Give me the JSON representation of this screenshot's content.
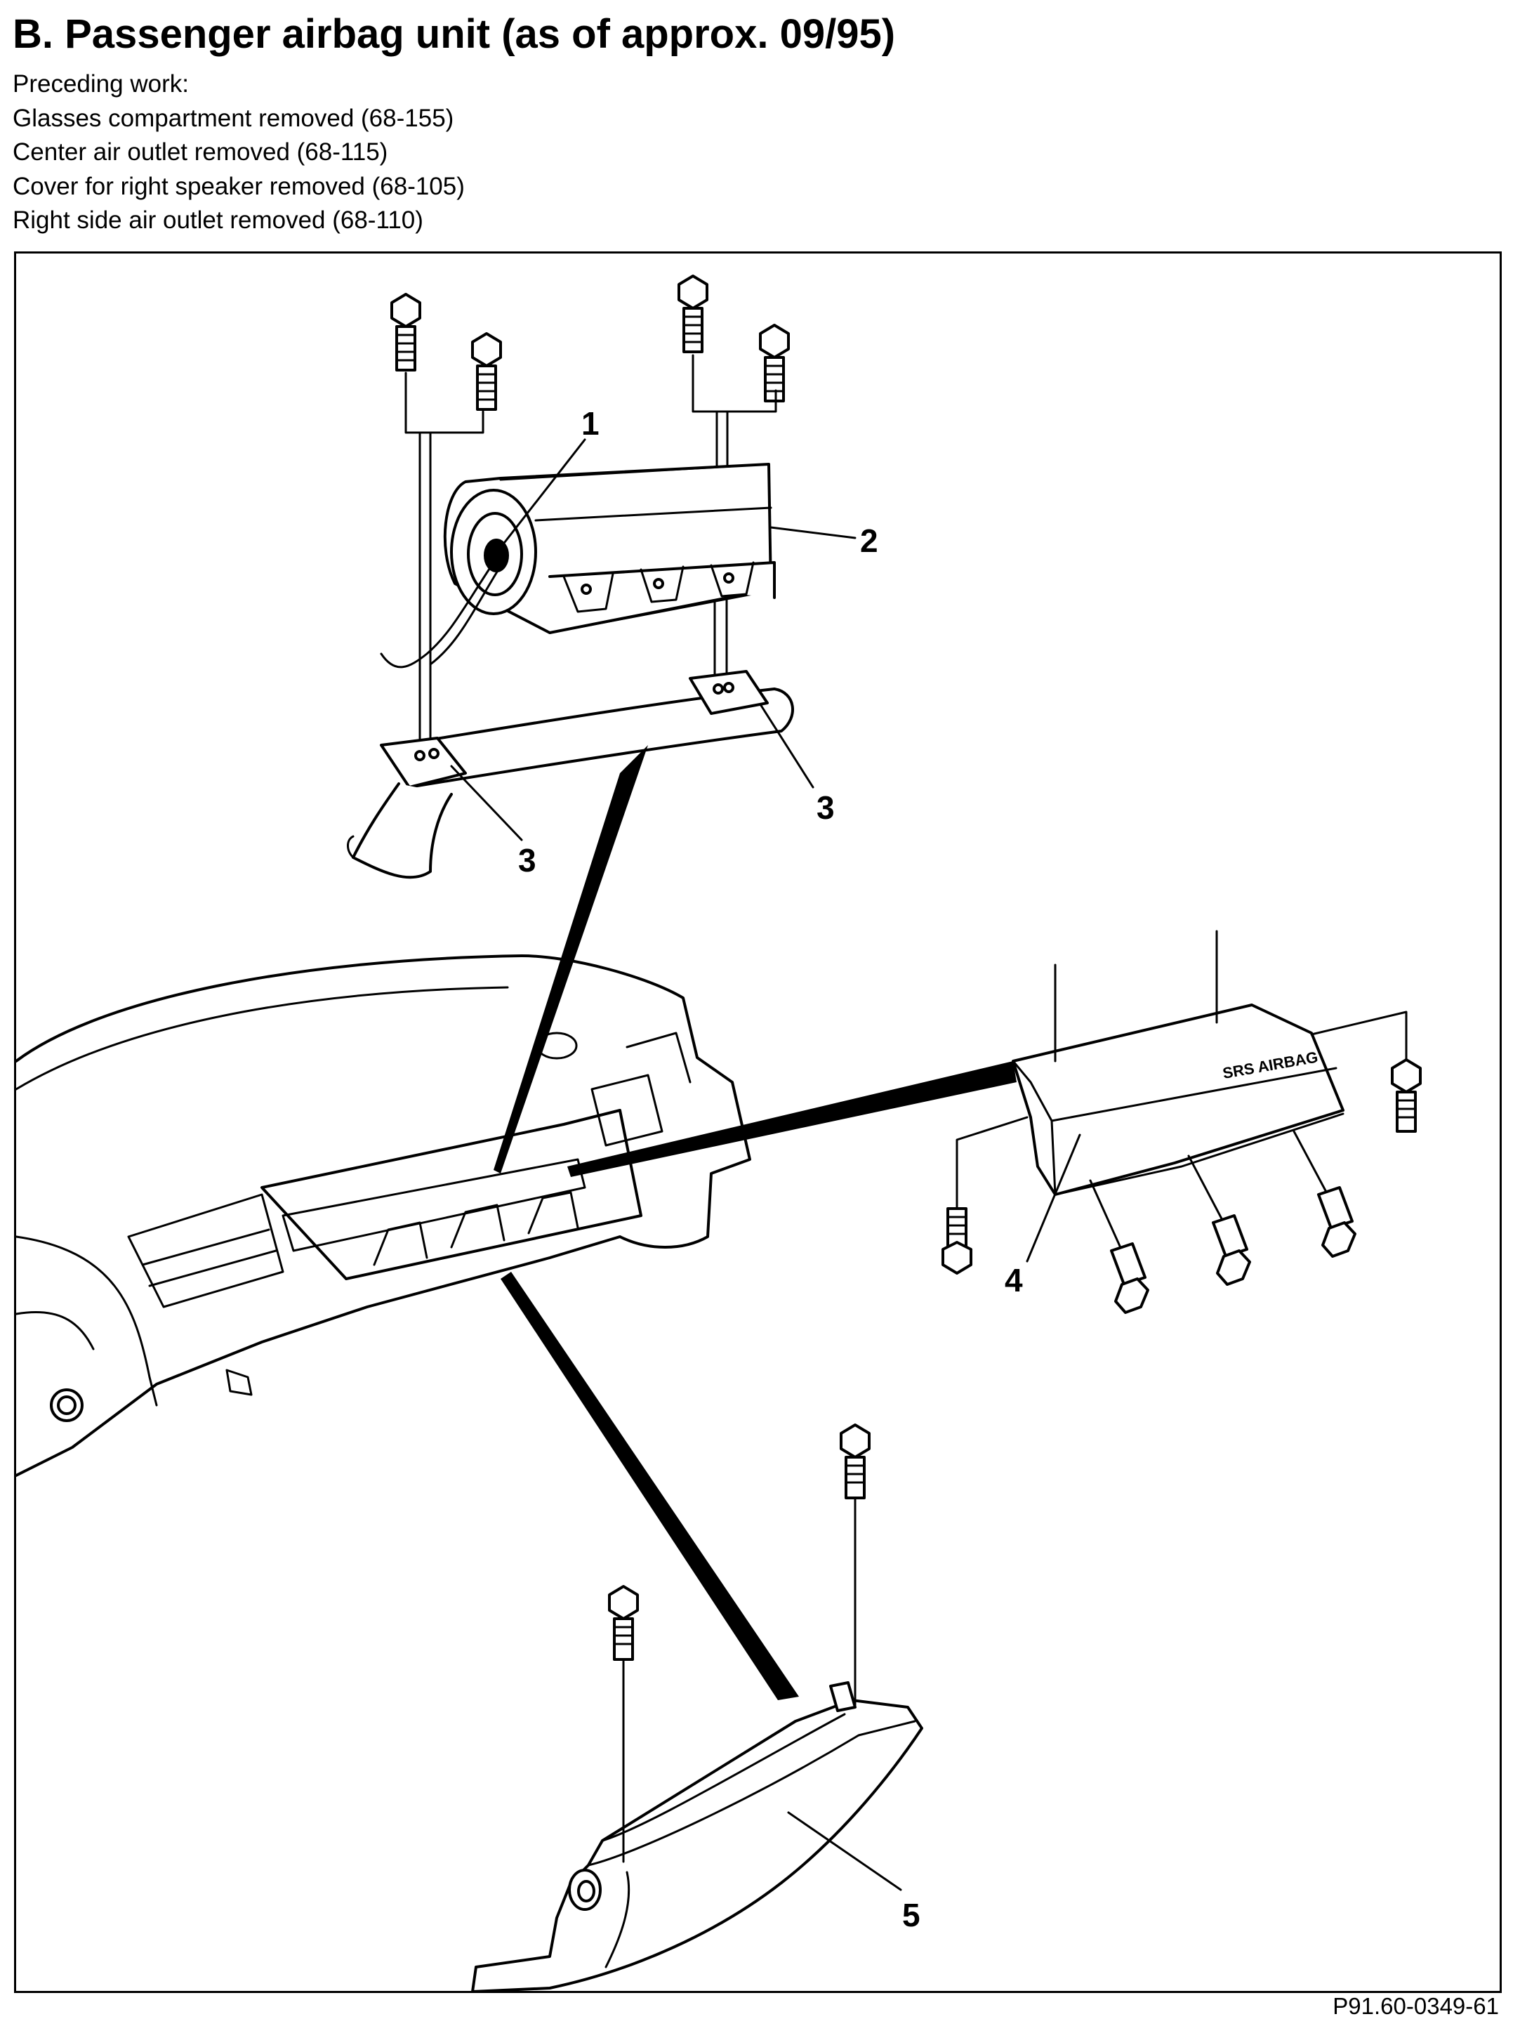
{
  "document": {
    "title": "B.  Passenger airbag unit (as of approx. 09/95)",
    "preceding_work": {
      "heading": "Preceding work:",
      "items": [
        "Glasses compartment removed (68-155)",
        "Center air outlet removed (68-115)",
        "Cover for right speaker removed (68-105)",
        "Right side air outlet removed (68-110)"
      ]
    },
    "figure": {
      "callouts": [
        "1",
        "2",
        "3",
        "3",
        "4",
        "5"
      ],
      "cover_marking": "SRS AIRBAG",
      "figure_id": "P91.60-0349-61"
    }
  }
}
